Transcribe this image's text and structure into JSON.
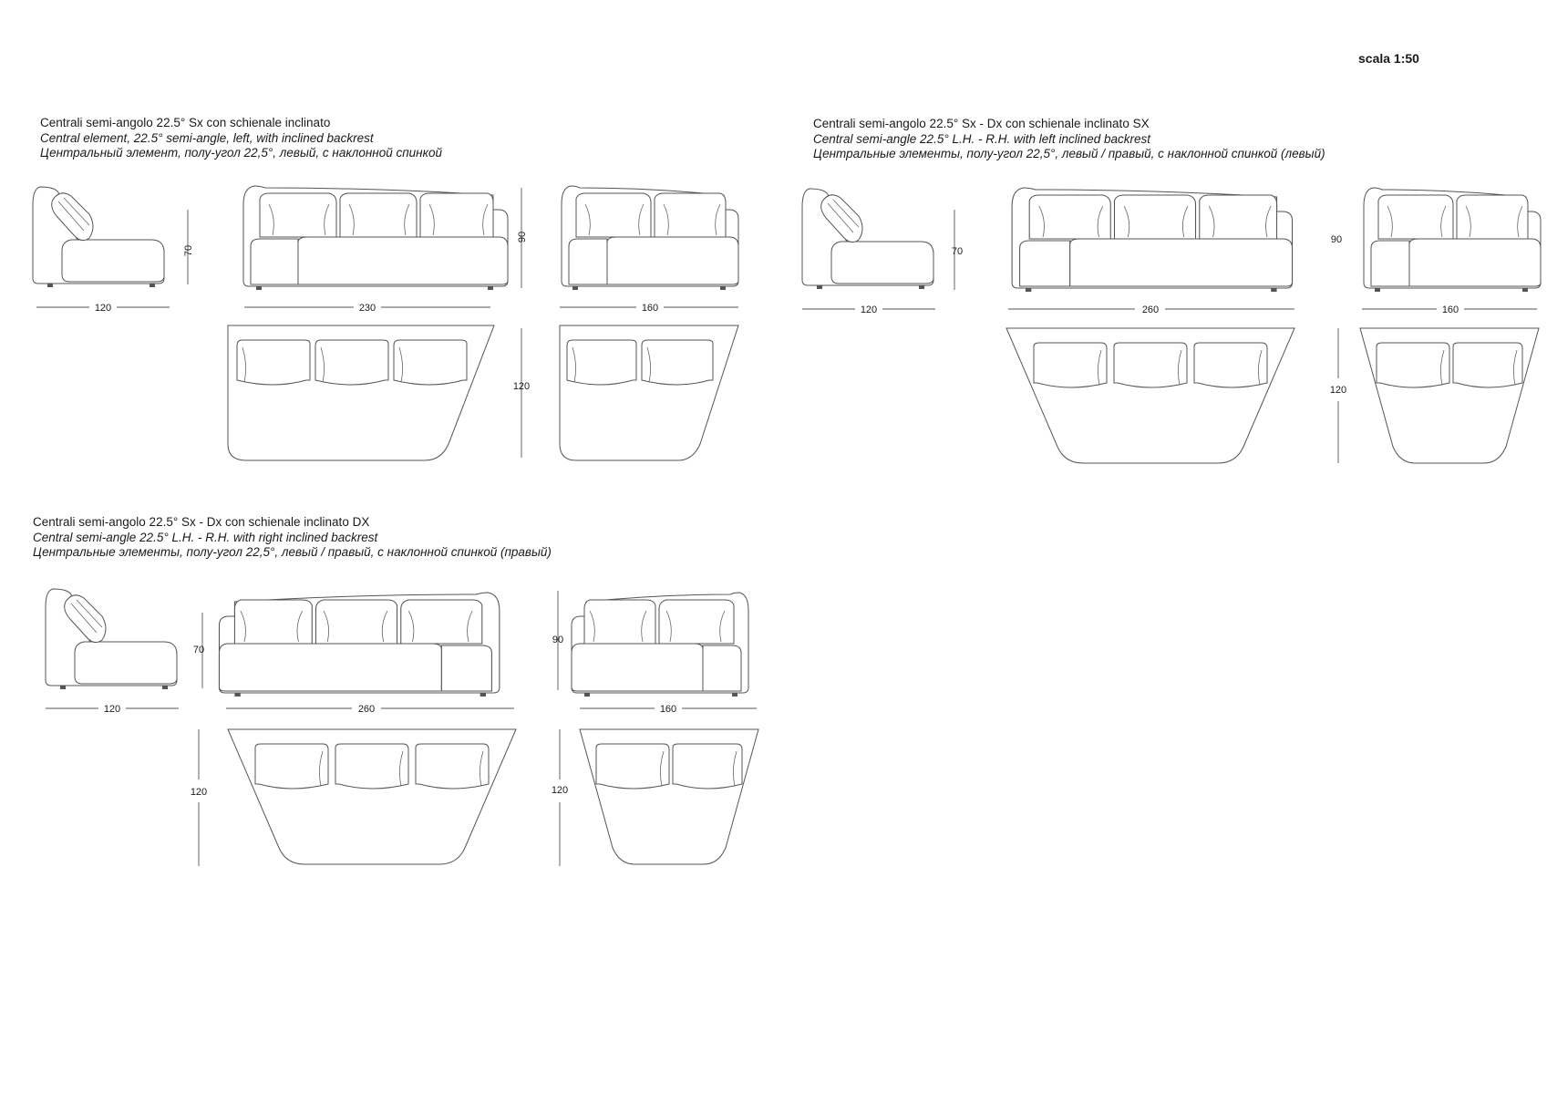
{
  "scale_label": "scala 1:50",
  "groups": [
    {
      "title_it": "Centrali semi-angolo 22.5° Sx con schienale inclinato",
      "title_en": "Central element, 22.5° semi-angle, left, with inclined backrest",
      "title_ru": "Центральный элемент, полу-угол 22,5°, левый, с наклонной спинкой",
      "dims": {
        "side_w": "120",
        "side_h": "70",
        "large_w": "230",
        "large_h": "90",
        "small_w": "160",
        "depth": "120"
      }
    },
    {
      "title_it": "Centrali semi-angolo 22.5° Sx - Dx con schienale inclinato SX",
      "title_en": "Central semi-angle 22.5° L.H. - R.H. with left inclined backrest",
      "title_ru": "Центральные элементы, полу-угол 22,5°, левый / правый, с наклонной спинкой (левый)",
      "dims": {
        "side_w": "120",
        "side_h": "70",
        "large_w": "260",
        "large_h": "90",
        "small_w": "160",
        "depth": "120"
      }
    },
    {
      "title_it": "Centrali semi-angolo 22.5° Sx - Dx con schienale inclinato DX",
      "title_en": "Central semi-angle 22.5° L.H. - R.H. with right inclined backrest",
      "title_ru": "Центральные элементы, полу-угол 22,5°, левый / правый, с наклонной спинкой (правый)",
      "dims": {
        "side_w": "120",
        "side_h": "70",
        "large_w": "260",
        "large_h": "90",
        "small_w": "160",
        "depth": "120"
      }
    }
  ]
}
